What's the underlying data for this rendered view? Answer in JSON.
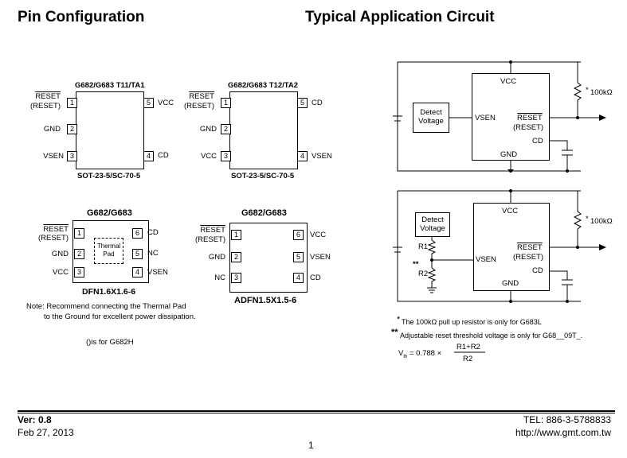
{
  "headings": {
    "pin_config": "Pin Configuration",
    "typical_app": "Typical Application Circuit"
  },
  "pkg1": {
    "title": "G682/G683 T11/TA1",
    "footer": "SOT-23-5/SC-70-5",
    "p1_name": "RESET",
    "p1_alt": "(RESET)",
    "p1": "1",
    "p2_name": "GND",
    "p2": "2",
    "p3_name": "VSEN",
    "p3": "3",
    "p4_name": "CD",
    "p4": "4",
    "p5_name": "VCC",
    "p5": "5"
  },
  "pkg2": {
    "title": "G682/G683 T12/TA2",
    "footer": "SOT-23-5/SC-70-5",
    "p1_name": "RESET",
    "p1_alt": "(RESET)",
    "p1": "1",
    "p2_name": "GND",
    "p2": "2",
    "p3_name": "VCC",
    "p3": "3",
    "p4_name": "VSEN",
    "p4": "4",
    "p5_name": "CD",
    "p5": "5"
  },
  "pkg3": {
    "title": "G682/G683",
    "footer": "DFN1.6X1.6-6",
    "pad_label_1": "Thermal",
    "pad_label_2": "Pad",
    "p1_name": "RESET",
    "p1_alt": "(RESET)",
    "p1": "1",
    "p2_name": "GND",
    "p2": "2",
    "p3_name": "VCC",
    "p3": "3",
    "p4_name": "VSEN",
    "p4": "4",
    "p5_name": "NC",
    "p5": "5",
    "p6_name": "CD",
    "p6": "6"
  },
  "pkg4": {
    "title": "G682/G683",
    "footer": "ADFN1.5X1.5-6",
    "p1_name": "RESET",
    "p1_alt": "(RESET)",
    "p1": "1",
    "p2_name": "GND",
    "p2": "2",
    "p3_name": "NC",
    "p3": "3",
    "p4_name": "CD",
    "p4": "4",
    "p5_name": "VSEN",
    "p5": "5",
    "p6_name": "VCC",
    "p6": "6"
  },
  "notes": {
    "thermal_1": "Note: Recommend connecting the Thermal Pad",
    "thermal_2": "to the Ground for excellent power dissipation.",
    "g682h": "()is for G682H"
  },
  "circuit1": {
    "detect_1": "Detect",
    "detect_2": "Voltage",
    "vcc": "VCC",
    "vsen": "VSEN",
    "reset": "RESET",
    "reset_alt": "(RESET)",
    "cd": "CD",
    "gnd": "GND",
    "star": "*",
    "res": "100kΩ"
  },
  "circuit2": {
    "detect_1": "Detect",
    "detect_2": "Voltage",
    "r1": "R1",
    "r2": "R2",
    "dstar": "**",
    "vcc": "VCC",
    "vsen": "VSEN",
    "reset": "RESET",
    "reset_alt": "(RESET)",
    "cd": "CD",
    "gnd": "GND",
    "star": "*",
    "res": "100kΩ"
  },
  "footnotes": {
    "star": "*",
    "note1": "The 100kΩ pull up resistor is only for G683L",
    "dstar": "**",
    "note2": "Adjustable reset threshold voltage is only for G68__09T_.",
    "formula_lhs": "V",
    "formula_sub": "th",
    "formula_eq": "= 0.788 ×",
    "formula_num": "R1+R2",
    "formula_den": "R2"
  },
  "footer": {
    "ver": "Ver: 0.8",
    "date": "Feb 27, 2013",
    "tel": "TEL: 886-3-5788833",
    "url": "http://www.gmt.com.tw",
    "page": "1"
  }
}
